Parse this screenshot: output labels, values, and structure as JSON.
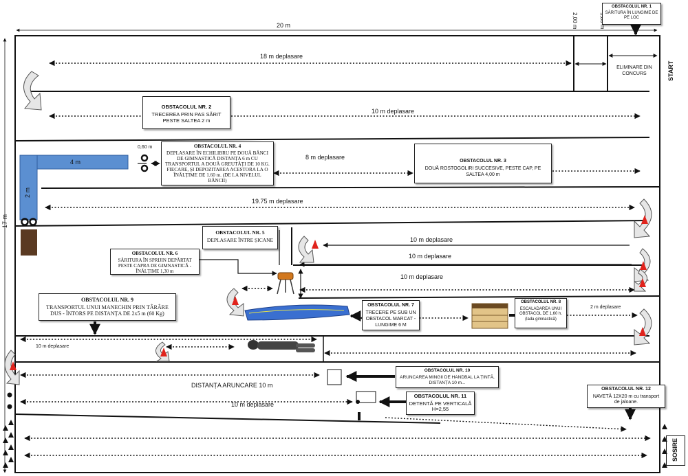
{
  "dimensions": {
    "width": "20 m",
    "height": "17 m",
    "col1": "2,00 m",
    "col2": "1,80 m"
  },
  "labels": {
    "start": "START",
    "sosire": "SOSIRE",
    "eliminare": "ELIMINARE DIN CONCURS",
    "row1": "18 m deplasare",
    "row2": "10 m  deplasare",
    "row3_8m": "8 m deplasare",
    "row3_06": "0,60 m",
    "row3_4m": "4 m",
    "row4_2m": "2 m",
    "row4": "19.75 m deplasare",
    "row5": "10 m  deplasare",
    "row6": "10 m  deplasare",
    "row7": "10 m  deplasare",
    "row8_2m": "2 m deplasare",
    "row9": "10 m deplasare",
    "aruncare": "DISTANȚA ARUNCARE 10 m",
    "row11": "10 m deplasare"
  },
  "obstacles": {
    "o1": {
      "title": "OBSTACOLUL NR. 1",
      "text": "SĂRITURA ÎN LUNGIME DE PE LOC"
    },
    "o2": {
      "title": "OBSTACOLUL NR. 2",
      "text": "TRECEREA PRIN PAS SĂRIT PESTE SALTEA 2 m"
    },
    "o3": {
      "title": "OBSTACOLUL NR. 3",
      "text": "DOUĂ ROSTOGOLIRI SUCCESIVE, PESTE CAP, PE SALTEA 4,00 m"
    },
    "o4": {
      "title": "OBSTACOLUL NR. 4",
      "text": "DEPLASARE ÎN ECHILIBRU PE DOUĂ BĂNCI DE GIMNASTICĂ DISTANȚA 6 m CU TRANSPORTUL A DOUĂ GREUTĂȚI DE 10 KG. FIECARE, ȘI DEPOZITAREA ACESTORA LA O ÎNĂLȚIME DE 1.60 m. (DE LA NIVELUL BĂNCII)"
    },
    "o5": {
      "title": "OBSTACOLUL NR. 5",
      "text": "DEPLASARE ÎNTRE ȘICANE"
    },
    "o6": {
      "title": "OBSTACOLUL NR. 6",
      "text": "SĂRITURA ÎN SPRIJIN DEPĂRTAT PESTE CAPRA DE GIMNASTICĂ - ÎNĂLȚIME 1,30 m"
    },
    "o7": {
      "title": "OBSTACOLUL NR. 7",
      "text": "TRECERE PE SUB UN OBSTACOL MARCAT - LUNGIME 6 M"
    },
    "o8": {
      "title": "OBSTACOLUL NR. 8",
      "text": "ESCALADAREA UNUI OBSTACOL DE 1,60 h. (lada gimnastică)"
    },
    "o9": {
      "title": "OBSTACOLUL NR. 9",
      "text": "TRANSPORTUL UNUI MANECHIN PRIN TÂRÂRE DUS - ÎNTORS PE DISTANȚA DE 2x5 m (60 Kg)"
    },
    "o10": {
      "title": "OBSTACOLUL NR. 10",
      "text": "ARUNCAREA MINGII DE HANDBAL LA ȚINTĂ, DISTANȚA 10 m..."
    },
    "o11": {
      "title": "OBSTACOLUL NR. 11",
      "text": "DETENTĂ PE VERTICALĂ H=2,55"
    },
    "o12": {
      "title": "OBSTACOLUL NR. 12",
      "text": "NAVETĂ 12X20 m cu transport de jaloane."
    }
  },
  "colors": {
    "mat": "#5b8fd1",
    "cone": "#e0231c",
    "line": "#111111"
  }
}
